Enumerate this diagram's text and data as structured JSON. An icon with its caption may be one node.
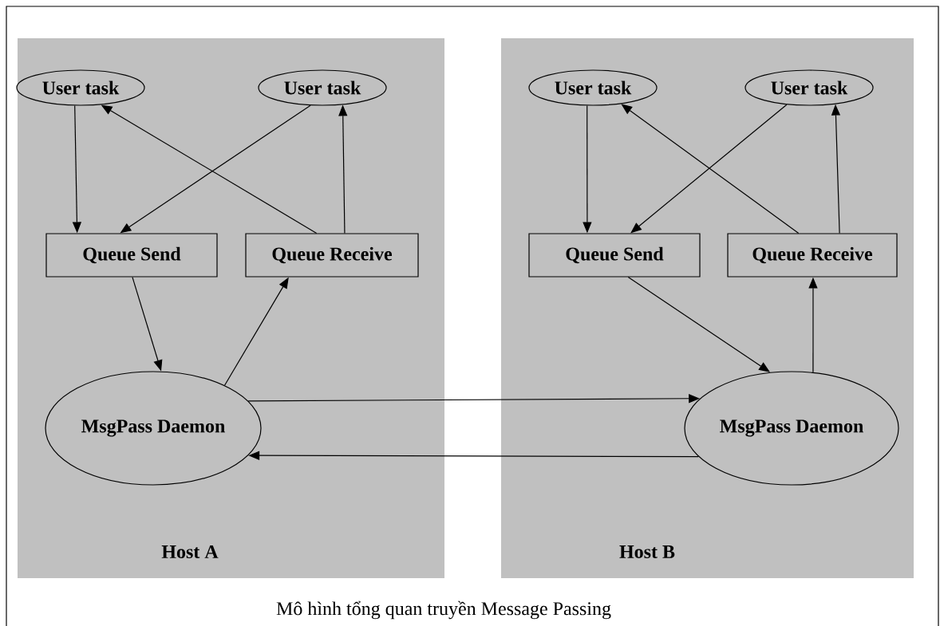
{
  "diagram": {
    "caption": "Mô hình tổng quan truyền Message Passing",
    "nodes": [
      {
        "text": [
          "Host A"
        ]
      },
      {
        "text": [
          "User task"
        ],
        "in": 0
      },
      {
        "text": [
          "User task"
        ],
        "in": 0
      },
      {
        "text": [
          "Queue Send"
        ],
        "in": 0
      },
      {
        "text": [
          "Queue Receive"
        ],
        "in": 0
      },
      {
        "text": [
          "MsgPass Daemon"
        ],
        "in": 0
      },
      {
        "text": [
          "Host B"
        ]
      },
      {
        "text": [
          "User task"
        ],
        "in": 6
      },
      {
        "text": [
          "User task"
        ],
        "in": 6
      },
      {
        "text": [
          "Queue Send"
        ],
        "in": 6
      },
      {
        "text": [
          "Queue Receive"
        ],
        "in": 6
      },
      {
        "text": [
          "MsgPass Daemon"
        ],
        "in": 6
      }
    ],
    "edges": [
      {
        "from": 1,
        "to": 3,
        "arrow": "to"
      },
      {
        "from": 2,
        "to": 3,
        "arrow": "to"
      },
      {
        "from": 4,
        "to": 1,
        "arrow": "to"
      },
      {
        "from": 4,
        "to": 2,
        "arrow": "to"
      },
      {
        "from": 3,
        "to": 5,
        "arrow": "to"
      },
      {
        "from": 5,
        "to": 4,
        "arrow": "to"
      },
      {
        "from": 7,
        "to": 9,
        "arrow": "to"
      },
      {
        "from": 8,
        "to": 9,
        "arrow": "to"
      },
      {
        "from": 10,
        "to": 7,
        "arrow": "to"
      },
      {
        "from": 10,
        "to": 8,
        "arrow": "to"
      },
      {
        "from": 9,
        "to": 11,
        "arrow": "to"
      },
      {
        "from": 11,
        "to": 10,
        "arrow": "to"
      },
      {
        "from": 5,
        "to": 11,
        "arrow": "to"
      },
      {
        "from": 11,
        "to": 5,
        "arrow": "to"
      }
    ]
  }
}
